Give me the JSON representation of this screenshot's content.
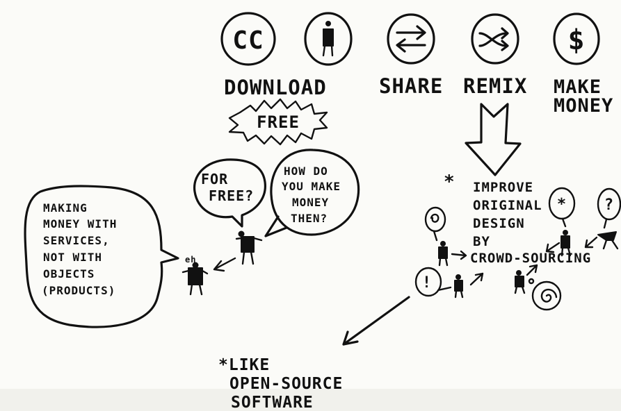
{
  "icons": [
    {
      "name": "cc-icon",
      "glyph": "CC"
    },
    {
      "name": "download-figure-icon"
    },
    {
      "name": "share-arrows-icon"
    },
    {
      "name": "remix-shuffle-icon"
    },
    {
      "name": "dollar-icon",
      "glyph": "$"
    }
  ],
  "labels": {
    "download": "DOWNLOAD",
    "share": "SHARE",
    "remix": "REMIX",
    "make": "MAKE",
    "money": "MONEY",
    "free": "FREE"
  },
  "bubbles": {
    "for_free_1": "FOR",
    "for_free_2": "FREE?",
    "how_1": "HOW DO",
    "how_2": "YOU MAKE",
    "how_3": "MONEY",
    "how_4": "THEN?",
    "making_1": "MAKING",
    "making_2": "MONEY WITH",
    "making_3": "SERVICES,",
    "making_4": "NOT WITH",
    "making_5": "OBJECTS",
    "making_6": "(PRODUCTS)",
    "eh": "eh"
  },
  "improve": {
    "star": "*",
    "line1": "IMPROVE",
    "line2": "ORIGINAL",
    "line3": "DESIGN",
    "line4": "BY",
    "line5": "CROWD-SOURCING",
    "q": "?",
    "excl": "!",
    "bubble_star": "*"
  },
  "like": {
    "line1": "*LIKE",
    "line2": "OPEN-SOURCE",
    "line3": "SOFTWARE"
  }
}
